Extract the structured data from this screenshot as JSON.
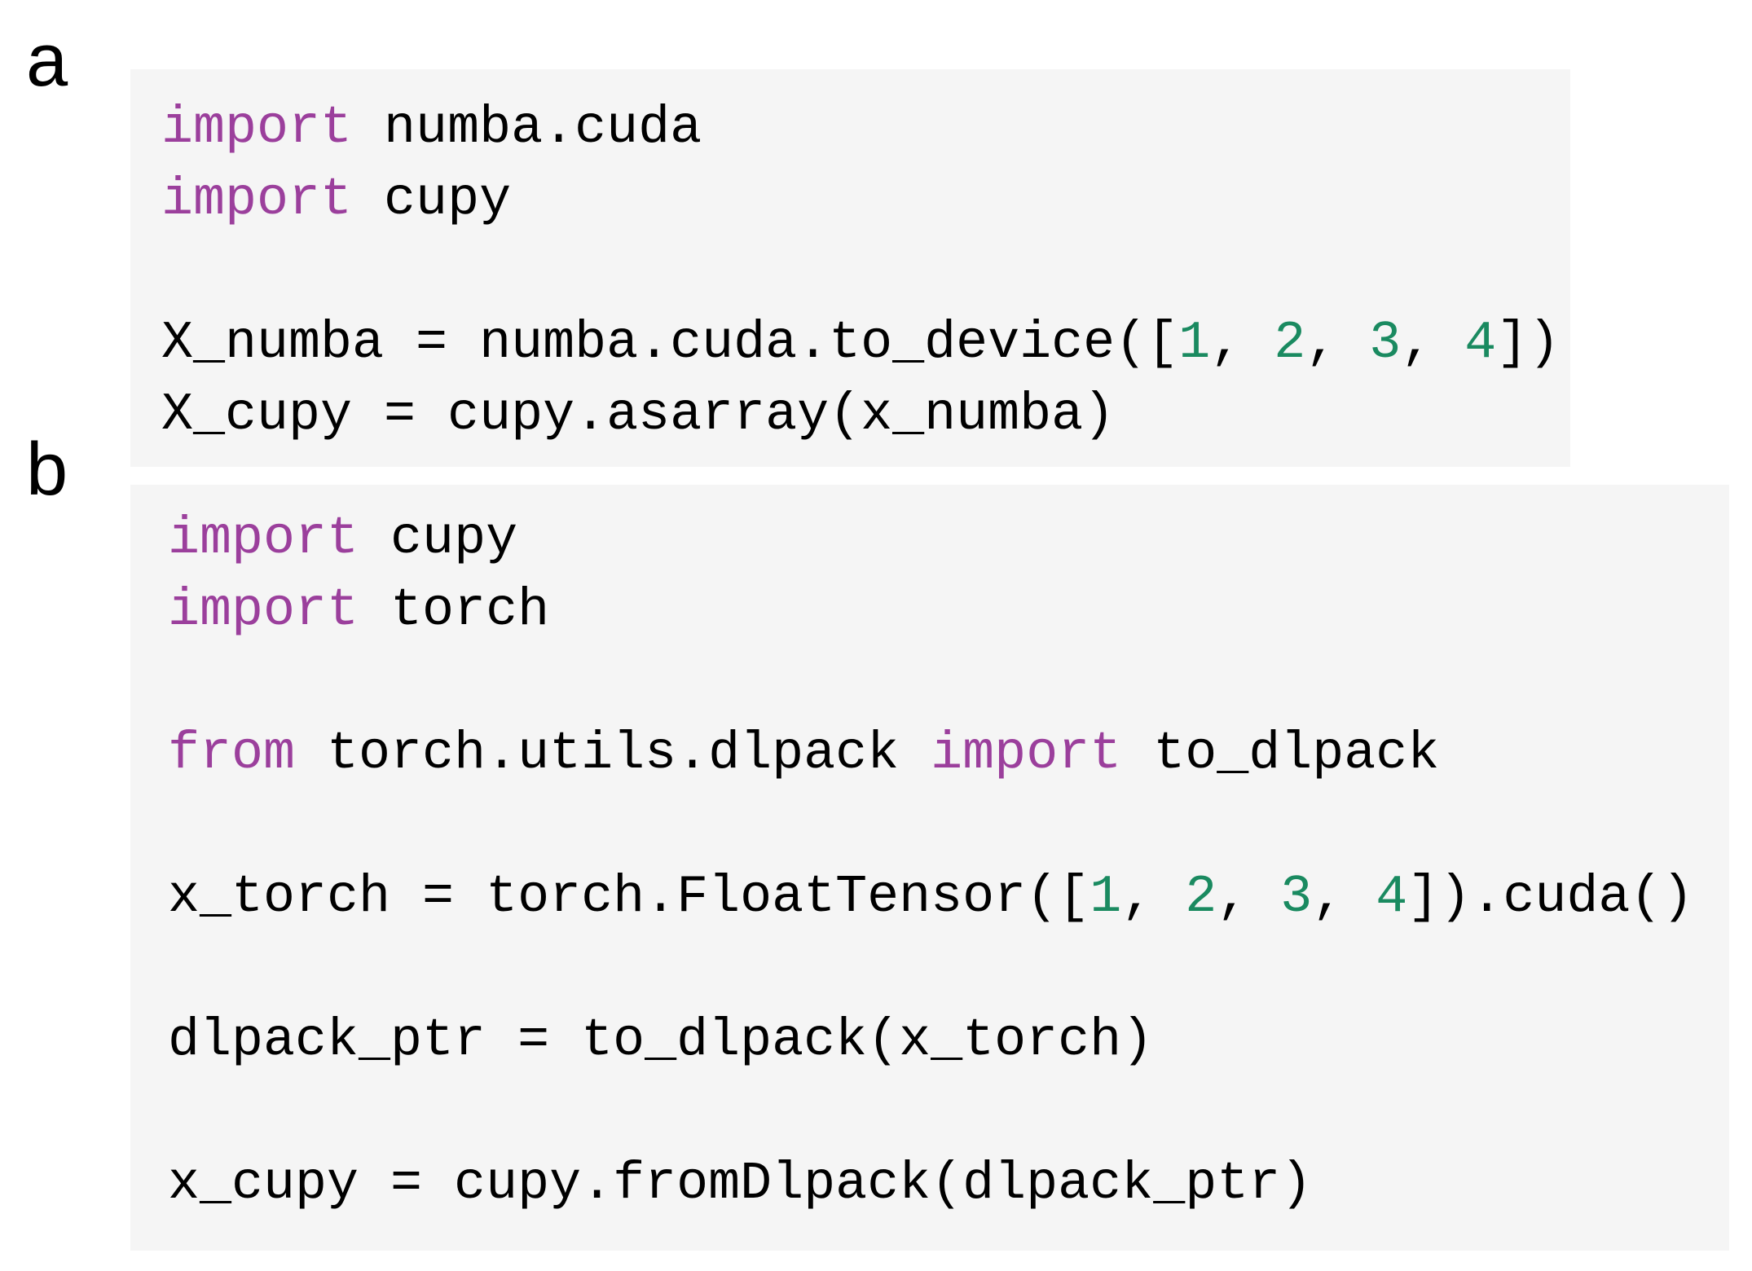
{
  "colors": {
    "keyword": "#9b3f9c",
    "number": "#1a8a60",
    "text": "#000000",
    "code_background": "#f5f5f5"
  },
  "panels": [
    {
      "label": "a",
      "lines": [
        [
          {
            "t": "kw",
            "s": "import"
          },
          {
            "t": "plain",
            "s": " numba.cuda"
          }
        ],
        [
          {
            "t": "kw",
            "s": "import"
          },
          {
            "t": "plain",
            "s": " cupy"
          }
        ],
        [],
        [
          {
            "t": "plain",
            "s": "X_numba = numba.cuda.to_device(["
          },
          {
            "t": "num",
            "s": "1"
          },
          {
            "t": "plain",
            "s": ", "
          },
          {
            "t": "num",
            "s": "2"
          },
          {
            "t": "plain",
            "s": ", "
          },
          {
            "t": "num",
            "s": "3"
          },
          {
            "t": "plain",
            "s": ", "
          },
          {
            "t": "num",
            "s": "4"
          },
          {
            "t": "plain",
            "s": "])"
          }
        ],
        [
          {
            "t": "plain",
            "s": "X_cupy = cupy.asarray(x_numba)"
          }
        ]
      ]
    },
    {
      "label": "b",
      "lines": [
        [
          {
            "t": "kw",
            "s": "import"
          },
          {
            "t": "plain",
            "s": " cupy"
          }
        ],
        [
          {
            "t": "kw",
            "s": "import"
          },
          {
            "t": "plain",
            "s": " torch"
          }
        ],
        [],
        [
          {
            "t": "kw",
            "s": "from"
          },
          {
            "t": "plain",
            "s": " torch.utils.dlpack "
          },
          {
            "t": "kw",
            "s": "import"
          },
          {
            "t": "plain",
            "s": " to_dlpack"
          }
        ],
        [],
        [
          {
            "t": "plain",
            "s": "x_torch = torch.FloatTensor(["
          },
          {
            "t": "num",
            "s": "1"
          },
          {
            "t": "plain",
            "s": ", "
          },
          {
            "t": "num",
            "s": "2"
          },
          {
            "t": "plain",
            "s": ", "
          },
          {
            "t": "num",
            "s": "3"
          },
          {
            "t": "plain",
            "s": ", "
          },
          {
            "t": "num",
            "s": "4"
          },
          {
            "t": "plain",
            "s": "]).cuda()"
          }
        ],
        [],
        [
          {
            "t": "plain",
            "s": "dlpack_ptr = to_dlpack(x_torch)"
          }
        ],
        [],
        [
          {
            "t": "plain",
            "s": "x_cupy = cupy.fromDlpack(dlpack_ptr)"
          }
        ]
      ]
    }
  ]
}
